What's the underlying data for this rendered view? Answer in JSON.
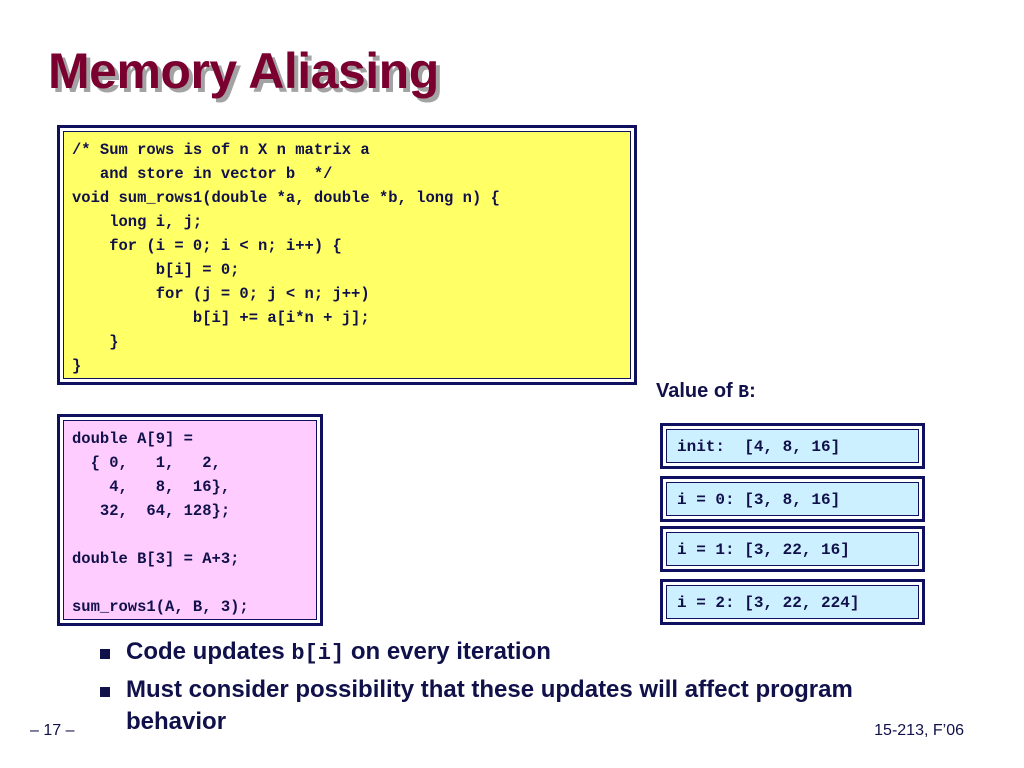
{
  "title": "Memory Aliasing",
  "sum_rows_code": "/* Sum rows is of n X n matrix a\n   and store in vector b  */\nvoid sum_rows1(double *a, double *b, long n) {\n    long i, j;\n    for (i = 0; i < n; i++) {\n         b[i] = 0;\n         for (j = 0; j < n; j++)\n             b[i] += a[i*n + j];\n    }\n}",
  "array_code": "double A[9] =\n  { 0,   1,   2,\n    4,   8,  16},\n   32,  64, 128};\n\ndouble B[3] = A+3;\n\nsum_rows1(A, B, 3);",
  "value_label": {
    "text": "Value of ",
    "var": "B",
    "colon": ":"
  },
  "values": [
    "init:  [4, 8, 16]",
    "i = 0: [3, 8, 16]",
    "i = 1: [3, 22, 16]",
    "i = 2: [3, 22, 224]"
  ],
  "bullets": {
    "b1_pre": "Code updates ",
    "b1_code": "b[i]",
    "b1_post": " on every iteration",
    "b2": "Must consider possibility that these updates will affect program behavior"
  },
  "footer": {
    "page": "– 17 –",
    "course": "15-213, F’06"
  }
}
